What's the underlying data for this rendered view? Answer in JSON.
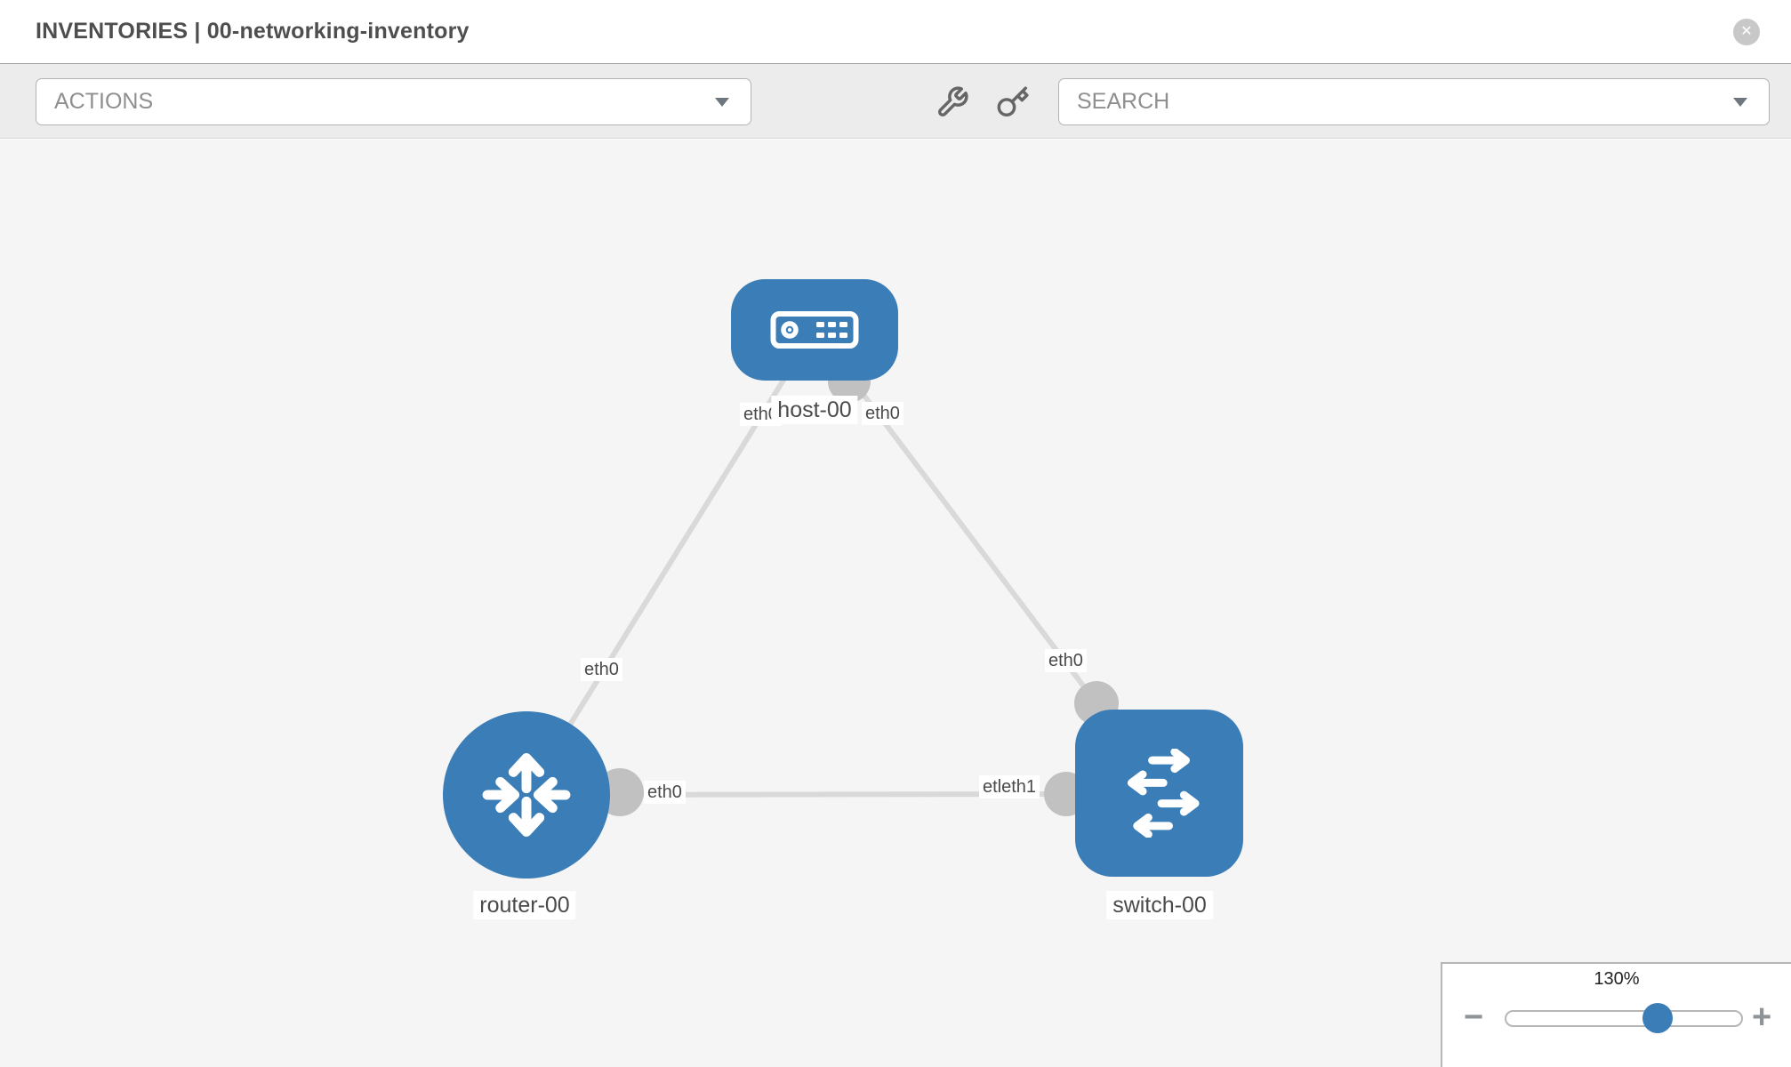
{
  "header": {
    "title": "INVENTORIES | 00-networking-inventory",
    "close_glyph": "✕"
  },
  "toolbar": {
    "actions_placeholder": "ACTIONS",
    "search_placeholder": "SEARCH",
    "icons": [
      "wrench-icon",
      "key-icon"
    ]
  },
  "topology": {
    "nodes": [
      {
        "id": "host-00",
        "type": "host",
        "label": "host-00"
      },
      {
        "id": "router-00",
        "type": "router",
        "label": "router-00"
      },
      {
        "id": "switch-00",
        "type": "switch",
        "label": "switch-00"
      }
    ],
    "links": [
      {
        "from": "host-00",
        "to": "router-00"
      },
      {
        "from": "host-00",
        "to": "switch-00"
      },
      {
        "from": "router-00",
        "to": "switch-00"
      }
    ],
    "interface_labels": [
      {
        "text": "eth0",
        "near": "host-00, link to router-00"
      },
      {
        "text": "eth0",
        "near": "host-00, link to switch-00"
      },
      {
        "text": "eth0",
        "near": "router-00, link to host-00"
      },
      {
        "text": "eth0",
        "near": "switch-00, link to host-00"
      },
      {
        "text": "eth0",
        "near": "router-00, link to switch-00"
      },
      {
        "text": "etleth1",
        "near": "switch-00, link to router-00 (overlapping labels)"
      }
    ],
    "colors": {
      "node_blue": "#3a7db7",
      "link_gray": "#d9d9d9",
      "endpoint_gray": "#c1c1c1",
      "canvas_bg": "#f5f5f5"
    }
  },
  "zoom_control": {
    "level": "130%",
    "minus_glyph": "−",
    "plus_glyph": "+"
  }
}
